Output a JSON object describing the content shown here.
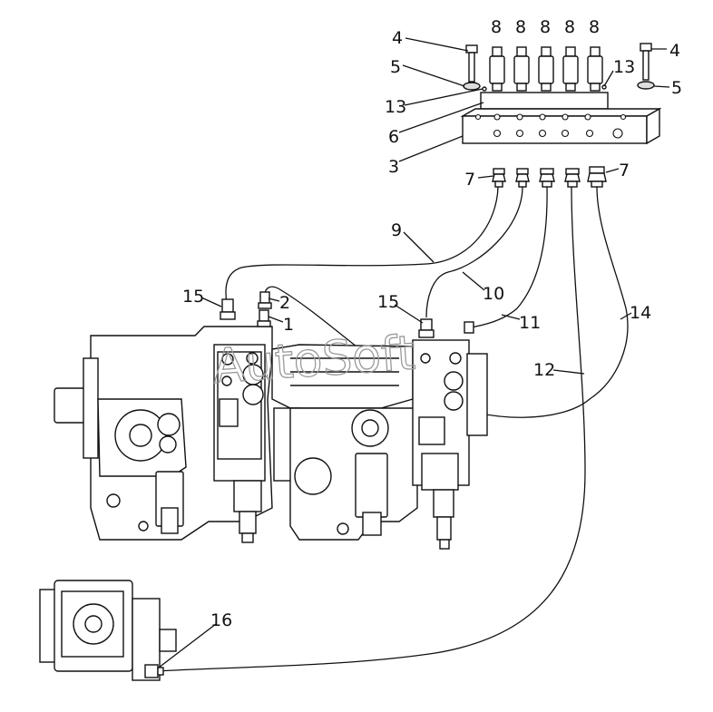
{
  "watermark": "AutoSoft",
  "callouts": {
    "c1": "1",
    "c2": "2",
    "c3": "3",
    "c4a": "4",
    "c4b": "4",
    "c5a": "5",
    "c5b": "5",
    "c6": "6",
    "c7a": "7",
    "c7b": "7",
    "c8a": "8",
    "c8b": "8",
    "c8c": "8",
    "c8d": "8",
    "c8e": "8",
    "c9": "9",
    "c10": "10",
    "c11": "11",
    "c12": "12",
    "c13a": "13",
    "c13b": "13",
    "c14": "14",
    "c15a": "15",
    "c15b": "15",
    "c16": "16"
  }
}
